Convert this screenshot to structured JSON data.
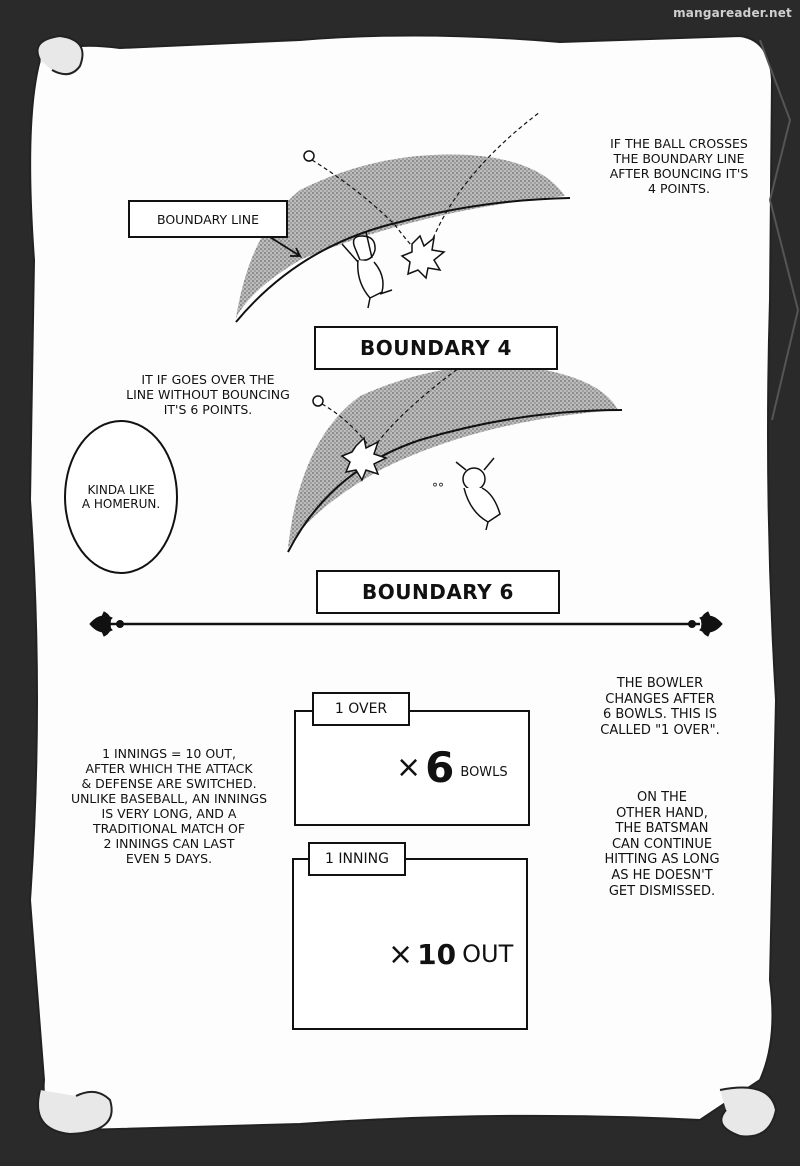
{
  "watermark": "mangareader.net",
  "boundary4": {
    "title": "BOUNDARY 4",
    "label": "BOUNDARY LINE",
    "caption": "IF THE BALL CROSSES\nTHE BOUNDARY LINE\nAFTER BOUNCING IT'S\n4 POINTS."
  },
  "boundary6": {
    "title": "BOUNDARY 6",
    "caption": "IT IF GOES OVER THE\nLINE WITHOUT BOUNCING\nIT'S 6 POINTS.",
    "bubble": "KINDA LIKE\nA HOMERUN."
  },
  "over": {
    "tab": "1 OVER",
    "multiplier": "×",
    "count": "6",
    "unit": "BOWLS",
    "caption": "THE BOWLER\nCHANGES AFTER\n6 BOWLS. THIS IS\nCALLED \"1 OVER\"."
  },
  "inning": {
    "tab": "1 INNING",
    "multiplier": "×",
    "count": "10",
    "unit": "OUT",
    "caption_left": "1 INNINGS = 10 OUT,\nAFTER WHICH THE ATTACK\n& DEFENSE ARE SWITCHED.\nUNLIKE BASEBALL, AN INNINGS\nIS VERY LONG, AND A\nTRADITIONAL MATCH OF\n2 INNINGS CAN LAST\nEVEN 5 DAYS.",
    "caption_right": "ON THE\nOTHER HAND,\nTHE BATSMAN\nCAN CONTINUE\nHITTING AS LONG\nAS HE DOESN'T\nGET DISMISSED."
  }
}
